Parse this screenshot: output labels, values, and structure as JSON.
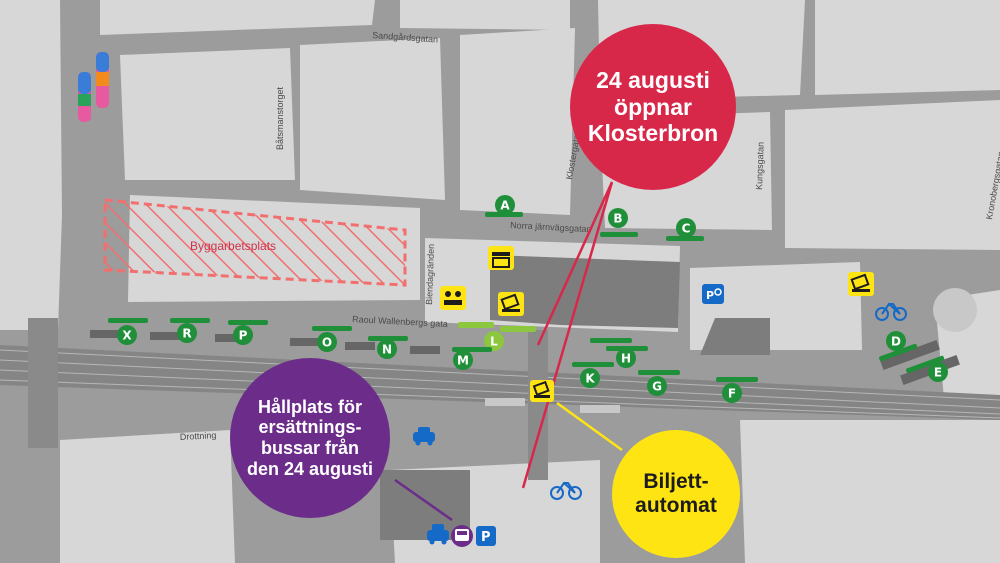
{
  "streets": {
    "sandgardsgatan": "Sandgårdsgatan",
    "batsmanstorget": "Båtsmanstorget",
    "klostergatan": "Klostergatan",
    "kungsgatan": "Kungsgatan",
    "kronobergsgatan": "Kronobergsgatan",
    "norra_jarnvagsgatan": "Norra järnvägsgatan",
    "biendagranden": "Biendagränden",
    "raoul_wallenbergs_gata": "Raoul Wallenbergs gata",
    "drottninggatan": "Drottning"
  },
  "construction": {
    "label": "Byggarbetsplats"
  },
  "bus_stops": [
    "A",
    "B",
    "C",
    "D",
    "E",
    "F",
    "G",
    "H",
    "K",
    "L",
    "M",
    "N",
    "O",
    "P",
    "R",
    "X"
  ],
  "callouts": {
    "klosterbron": "24 augusti\nöppnar\nKlosterbron",
    "hallplats": "Hållplats för\nersättnings-\nbussar från\nden 24 augusti",
    "biljettautomat": "Biljett-\nautomat"
  },
  "icons": [
    "shop-icon",
    "ticket-office-icon",
    "ticket-machine-icon",
    "accessible-parking-icon",
    "bicycle-parking-icon",
    "taxi-icon",
    "bus-icon",
    "parking-icon"
  ],
  "colors": {
    "stop_green": "#1f8f3a",
    "stop_light_green": "#8dc63f",
    "callout_red": "#d8284a",
    "callout_purple": "#6b2c8a",
    "callout_yellow": "#ffe414",
    "block": "#dadada",
    "road": "#9c9c9c",
    "rail": "#7a7a7a"
  }
}
